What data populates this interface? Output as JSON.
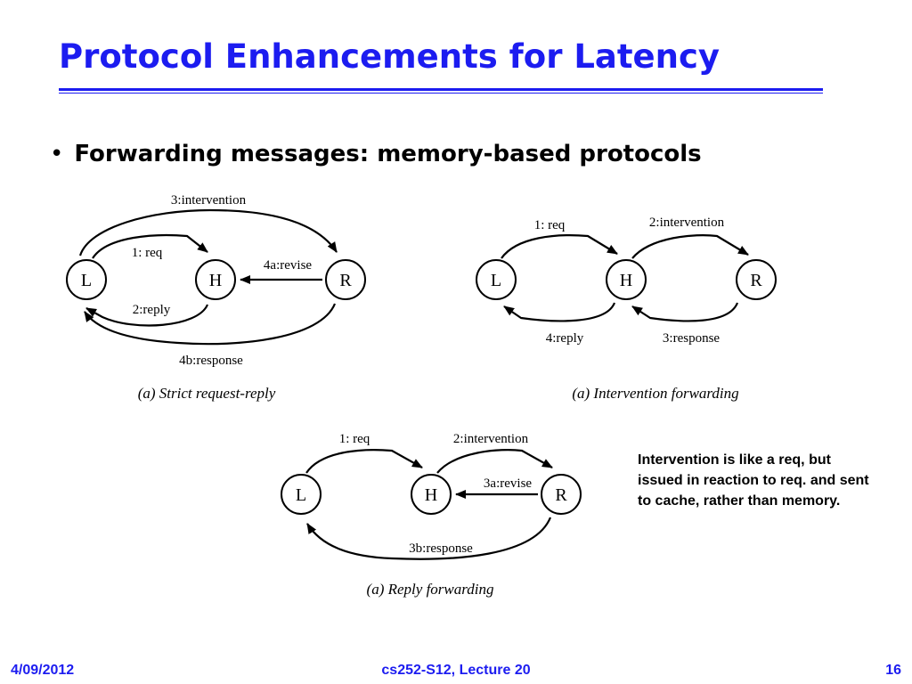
{
  "slide": {
    "title": "Protocol Enhancements for Latency",
    "bullet": "Forwarding messages: memory-based protocols",
    "note": "Intervention is like a req, but issued in reaction to req. and sent to cache, rather than memory.",
    "footer": {
      "date": "4/09/2012",
      "course": "cs252-S12, Lecture 20",
      "page": "16"
    }
  },
  "diagrams": {
    "strict": {
      "caption": "(a) Strict request-reply",
      "nodes": {
        "L": "L",
        "H": "H",
        "R": "R"
      },
      "msgs": {
        "intervention": "3:intervention",
        "req": "1: req",
        "revise": "4a:revise",
        "reply": "2:reply",
        "response": "4b:response"
      }
    },
    "intervention": {
      "caption": "(a) Intervention forwarding",
      "nodes": {
        "L": "L",
        "H": "H",
        "R": "R"
      },
      "msgs": {
        "req": "1: req",
        "intervention": "2:intervention",
        "reply": "4:reply",
        "response": "3:response"
      }
    },
    "reply": {
      "caption": "(a) Reply forwarding",
      "nodes": {
        "L": "L",
        "H": "H",
        "R": "R"
      },
      "msgs": {
        "req": "1: req",
        "intervention": "2:intervention",
        "revise": "3a:revise",
        "response": "3b:response"
      }
    }
  }
}
